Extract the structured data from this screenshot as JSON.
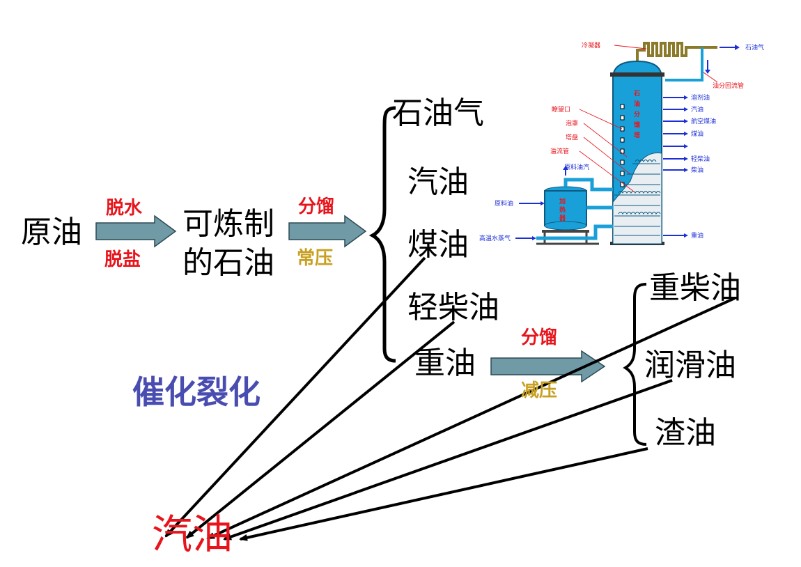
{
  "flow": {
    "crude": "原油",
    "step1_top": "脱水",
    "step1_bottom": "脱盐",
    "refinable_line1": "可炼制",
    "refinable_line2": "的石油",
    "step2_top": "分馏",
    "step2_bottom": "常压",
    "products": [
      "石油气",
      "汽油",
      "煤油",
      "轻柴油",
      "重油"
    ],
    "step3_top": "分馏",
    "step3_bottom": "减压",
    "heavy_products": [
      "重柴油",
      "润滑油",
      "渣油"
    ],
    "process": "催化裂化",
    "result": "汽油"
  },
  "tower": {
    "condenser": "冷凝器",
    "gas": "石油气",
    "reflux": "油分回流管",
    "title_chars": [
      "石",
      "油",
      "分",
      "馏",
      "塔"
    ],
    "left_labels": [
      "瞭望口",
      "泡罩",
      "塔盘",
      "溢流管",
      "原料油汽"
    ],
    "side_outputs": [
      "溶剂油",
      "汽油",
      "航空煤油",
      "煤油",
      "",
      "轻柴油",
      "柴油"
    ],
    "bottom_output": "重油",
    "feed": "原料油",
    "steam": "高温水蒸气",
    "heater_chars": [
      "加",
      "热",
      "器"
    ]
  },
  "colors": {
    "red": "#e8141b",
    "gold": "#c8a021",
    "blue": "#4a4db0",
    "arrow_fill": "#6f9aa6",
    "tower_fill": "#1aa0d8",
    "label_blue": "#1c2fd6"
  }
}
